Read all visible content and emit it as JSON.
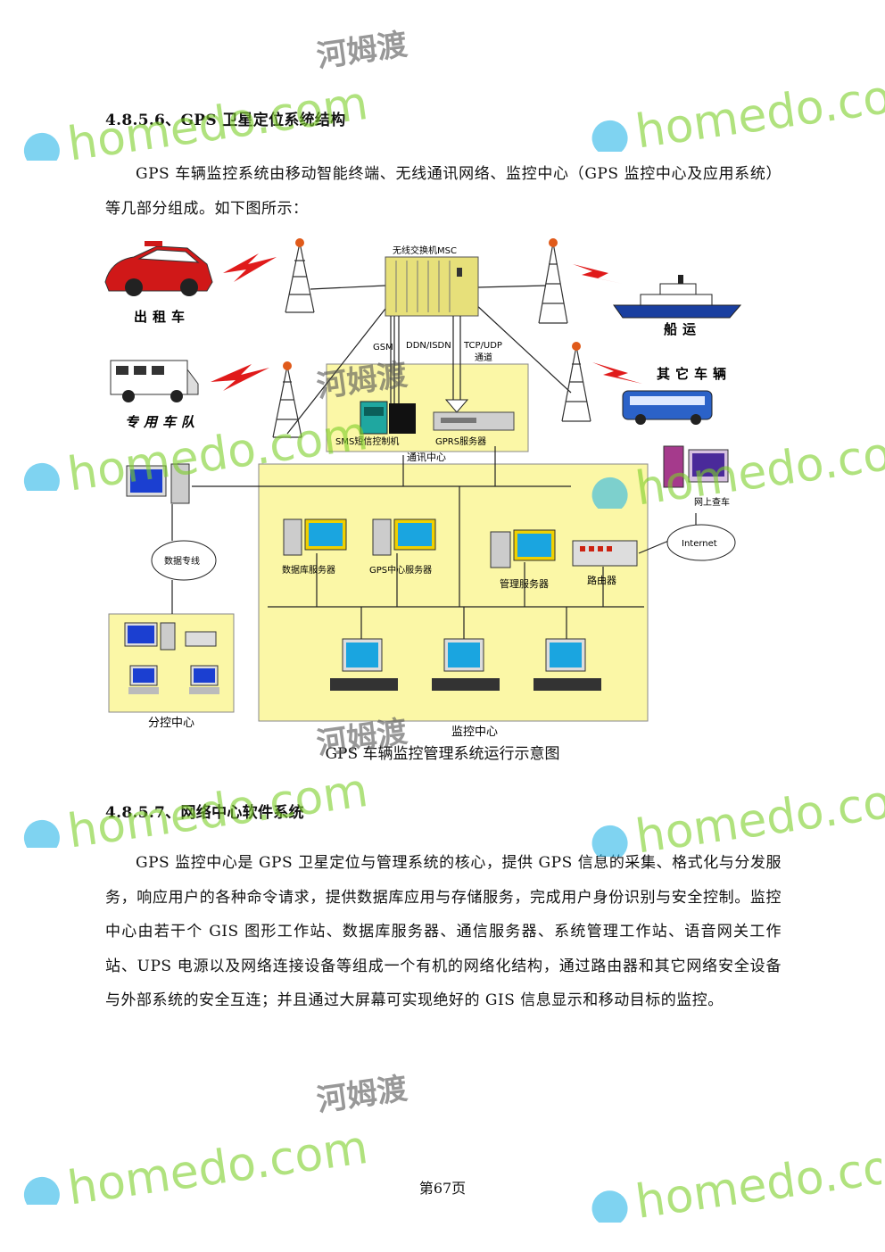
{
  "section1": {
    "heading": "4.8.5.6、GPS 卫星定位系统结构",
    "paragraph": "GPS 车辆监控系统由移动智能终端、无线通讯网络、监控中心（GPS 监控中心及应用系统）等几部分组成。如下图所示："
  },
  "diagram": {
    "msc": "无线交换机MSC",
    "link_gsm": "GSM",
    "link_ddn": "DDN/ISDN",
    "link_tcp": "TCP/UDP",
    "link_tcp2": "通道",
    "taxi": "出租车",
    "special": "专用车队",
    "ship": "船运",
    "other": "其它车辆",
    "sms": "SMS短信控制机",
    "gprs": "GPRS服务器",
    "comm_center": "通讯中心",
    "web": "网上查车",
    "internet": "Internet",
    "dataline": "数据专线",
    "db_server": "数据库服务器",
    "gps_server": "GPS中心服务器",
    "mgmt_server": "管理服务器",
    "router": "路由器",
    "branch": "分控中心",
    "monitor_center": "监控中心"
  },
  "caption": "GPS 车辆监控管理系统运行示意图",
  "section2": {
    "heading": "4.8.5.7、网络中心软件系统",
    "paragraph": "GPS 监控中心是 GPS 卫星定位与管理系统的核心，提供 GPS 信息的采集、格式化与分发服务，响应用户的各种命令请求，提供数据库应用与存储服务，完成用户身份识别与安全控制。监控中心由若干个 GIS 图形工作站、数据库服务器、通信服务器、系统管理工作站、语音网关工作站、UPS 电源以及网络连接设备等组成一个有机的网络化结构，通过路由器和其它网络安全设备与外部系统的安全互连；并且通过大屏幕可实现绝好的 GIS 信息显示和移动目标的监控。"
  },
  "page_number": "第67页",
  "watermark": {
    "domain": "homedo.com",
    "cn": "河姆渡",
    "color": "#7dcf2a",
    "flower": "#29b6e8"
  }
}
